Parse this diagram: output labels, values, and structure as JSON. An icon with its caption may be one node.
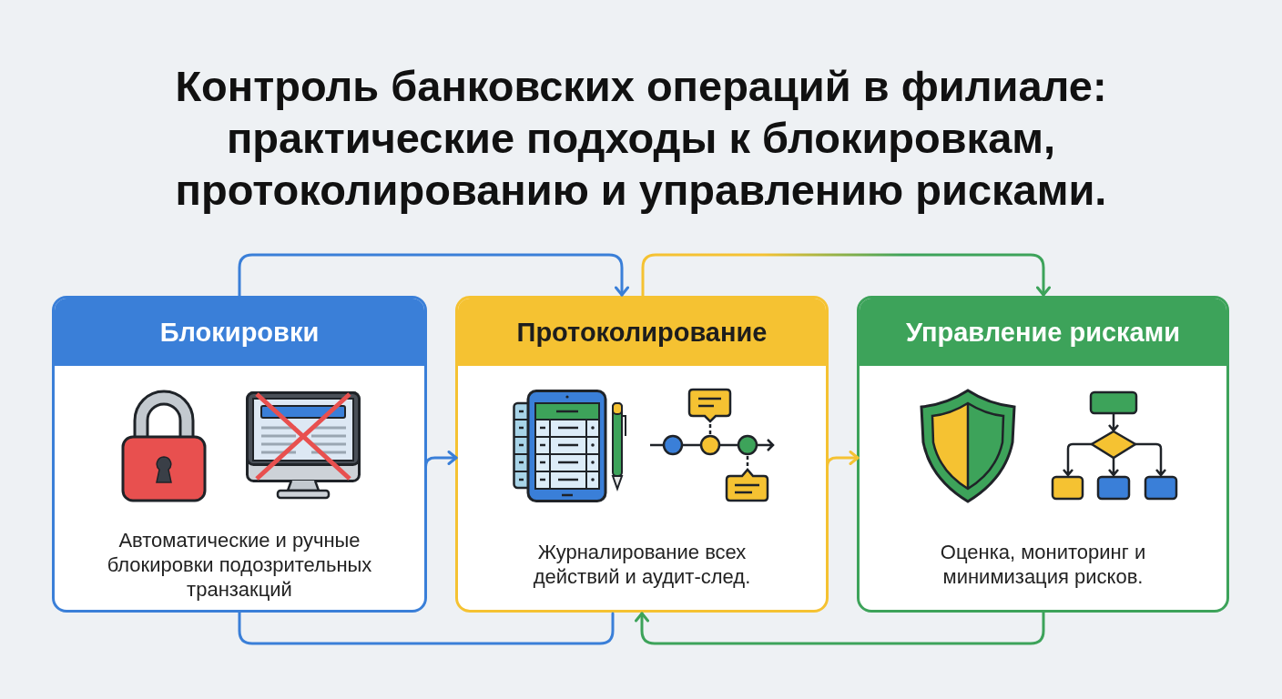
{
  "diagram": {
    "title": "Контроль банковских операций в филиале: практические подходы к блокировкам, протоколированию и управлению рисками.",
    "nodes": [
      {
        "text": [
          "Блокировки",
          "Автоматические и ручные блокировки подозрительных транзакций"
        ]
      },
      {
        "text": [
          "Протоколирование",
          "Журналирование всех действий и аудит-след."
        ]
      },
      {
        "text": [
          "Управление рисками",
          "Оценка, мониторинг и минимизация рисков."
        ]
      }
    ],
    "edges": [
      {
        "from": 0,
        "to": 1,
        "arrow": "to",
        "color": "#3a7fd8"
      },
      {
        "from": 1,
        "to": 2,
        "arrow": "to",
        "color": "#3da35a"
      },
      {
        "from": 0,
        "to": 1,
        "arrow": "to",
        "color": "#3a7fd8"
      },
      {
        "from": 1,
        "to": 2,
        "arrow": "to",
        "color": "#f5c232"
      },
      {
        "from": 0,
        "to": 1,
        "arrow": "none",
        "color": "#3a7fd8"
      },
      {
        "from": 2,
        "to": 1,
        "arrow": "to",
        "color": "#3da35a"
      }
    ]
  }
}
